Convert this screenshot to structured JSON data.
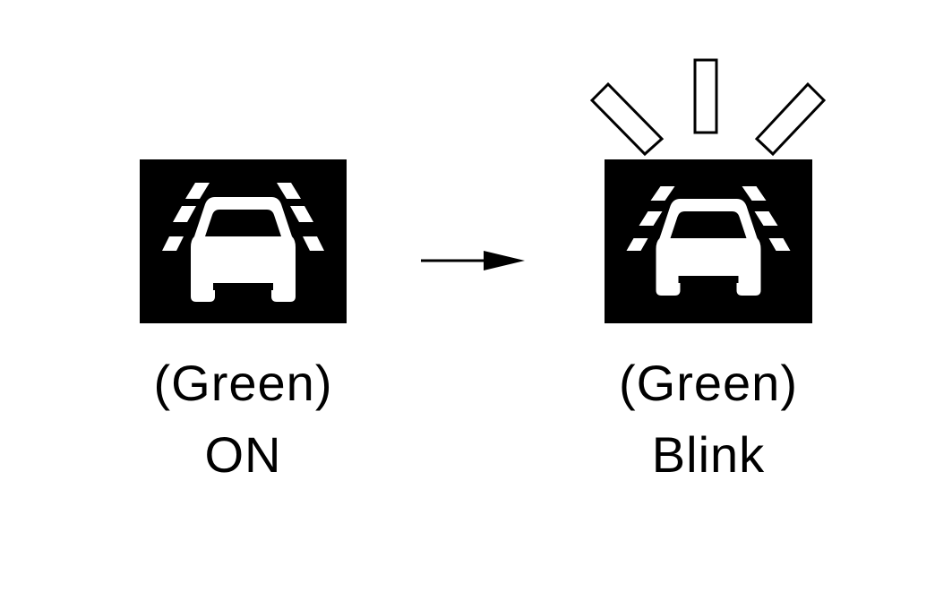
{
  "colors": {
    "background": "#ffffff",
    "icon_background": "#000000",
    "icon_foreground": "#ffffff",
    "text": "#000000"
  },
  "states": [
    {
      "icon": "lane-keeping-car-icon",
      "color_label": "(Green)",
      "status_label": "ON"
    },
    {
      "icon": "lane-keeping-car-icon",
      "color_label": "(Green)",
      "status_label": "Blink"
    }
  ],
  "transition_icon": "right-arrow-icon",
  "blink_indicator_icon": "blink-rays-icon"
}
